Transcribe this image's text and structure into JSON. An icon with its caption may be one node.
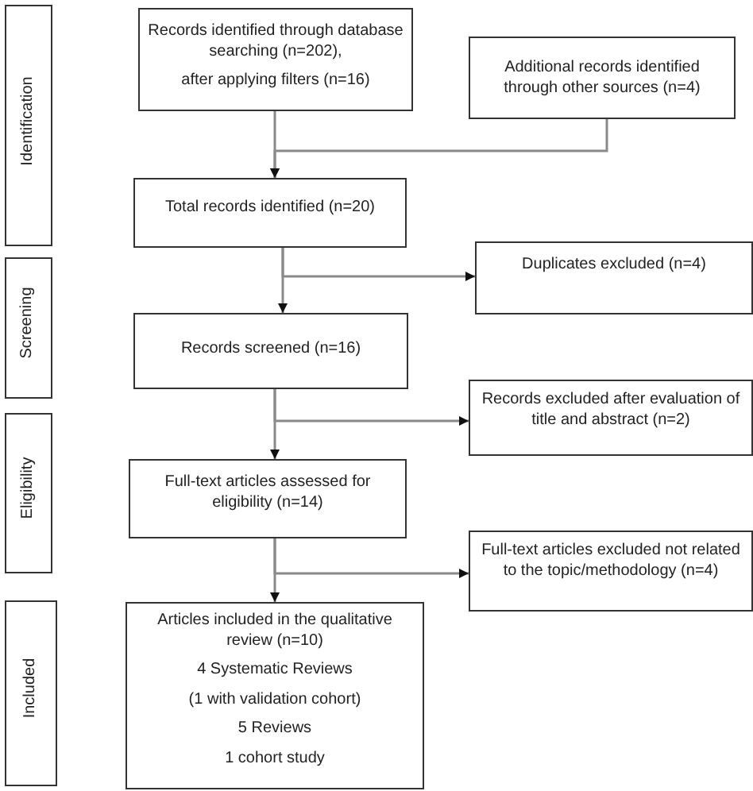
{
  "diagram": {
    "nodes": [
      {
        "text": [
          "Identification"
        ]
      },
      {
        "text": [
          "Screening"
        ]
      },
      {
        "text": [
          "Eligibility"
        ]
      },
      {
        "text": [
          "Included"
        ]
      },
      {
        "text": [
          "Records identified through database searching (n=202),",
          "after applying filters (n=16)"
        ]
      },
      {
        "text": [
          "Additional records identified through other sources (n=4)"
        ]
      },
      {
        "text": [
          "Total records identified (n=20)"
        ]
      },
      {
        "text": [
          "Duplicates excluded (n=4)"
        ]
      },
      {
        "text": [
          "Records screened (n=16)"
        ]
      },
      {
        "text": [
          "Records excluded after evaluation of title and abstract (n=2)"
        ]
      },
      {
        "text": [
          "Full-text articles assessed for eligibility (n=14)"
        ]
      },
      {
        "text": [
          "Full-text articles excluded not related to the topic/methodology (n=4)"
        ]
      },
      {
        "text": [
          "Articles included in the qualitative review (n=10)",
          "4 Systematic Reviews",
          "(1 with validation cohort)",
          "5 Reviews",
          "1 cohort study"
        ]
      }
    ],
    "edges": [
      {
        "from": 4,
        "to": 6,
        "arrow": "to"
      },
      {
        "from": 5,
        "to": 6,
        "arrow": "to"
      },
      {
        "from": 6,
        "to": 8,
        "arrow": "to"
      },
      {
        "from": 6,
        "to": 7,
        "arrow": "to"
      },
      {
        "from": 8,
        "to": 10,
        "arrow": "to"
      },
      {
        "from": 8,
        "to": 9,
        "arrow": "to"
      },
      {
        "from": 10,
        "to": 12,
        "arrow": "to"
      },
      {
        "from": 10,
        "to": 11,
        "arrow": "to"
      }
    ]
  }
}
